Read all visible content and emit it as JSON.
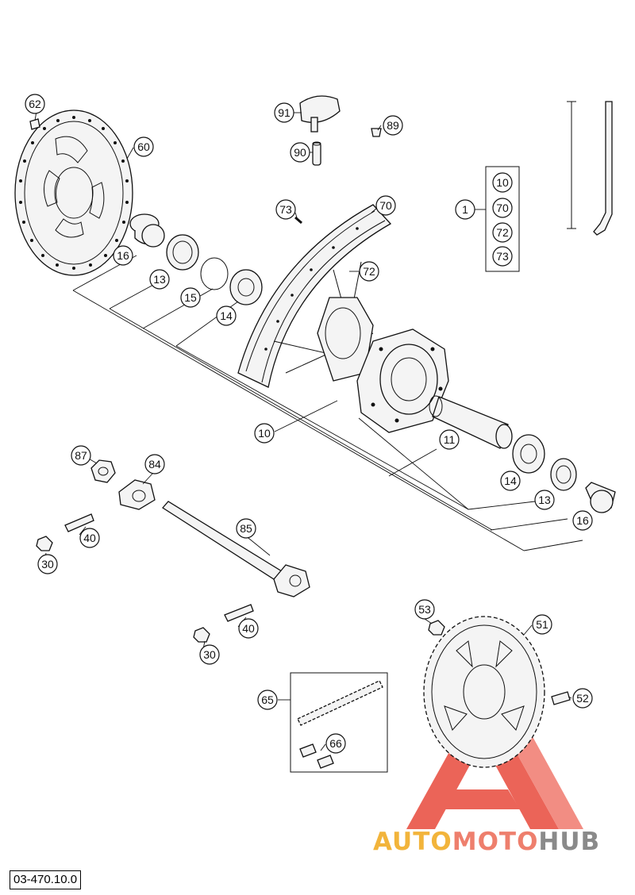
{
  "document": {
    "number": "03-470.10.0"
  },
  "watermark": {
    "part1": "AUTO",
    "part2": "MOTO",
    "part3": "HUB",
    "colors": {
      "auto": "#f2b43b",
      "moto": "#ee7f6d",
      "hub": "#8a8a8a",
      "logo": "#e8493c"
    }
  },
  "callouts": {
    "c62": "62",
    "c60": "60",
    "c16a": "16",
    "c13a": "13",
    "c15": "15",
    "c14a": "14",
    "c91": "91",
    "c89": "89",
    "c90": "90",
    "c73": "73",
    "c70": "70",
    "c72": "72",
    "c10": "10",
    "c1": "1",
    "kit10": "10",
    "kit70": "70",
    "kit72": "72",
    "kit73": "73",
    "c11": "11",
    "c14b": "14",
    "c13b": "13",
    "c16b": "16",
    "c87": "87",
    "c84": "84",
    "c40a": "40",
    "c30a": "30",
    "c85": "85",
    "c40b": "40",
    "c30b": "30",
    "c53": "53",
    "c51": "51",
    "c52": "52",
    "c65": "65",
    "c66": "66"
  }
}
